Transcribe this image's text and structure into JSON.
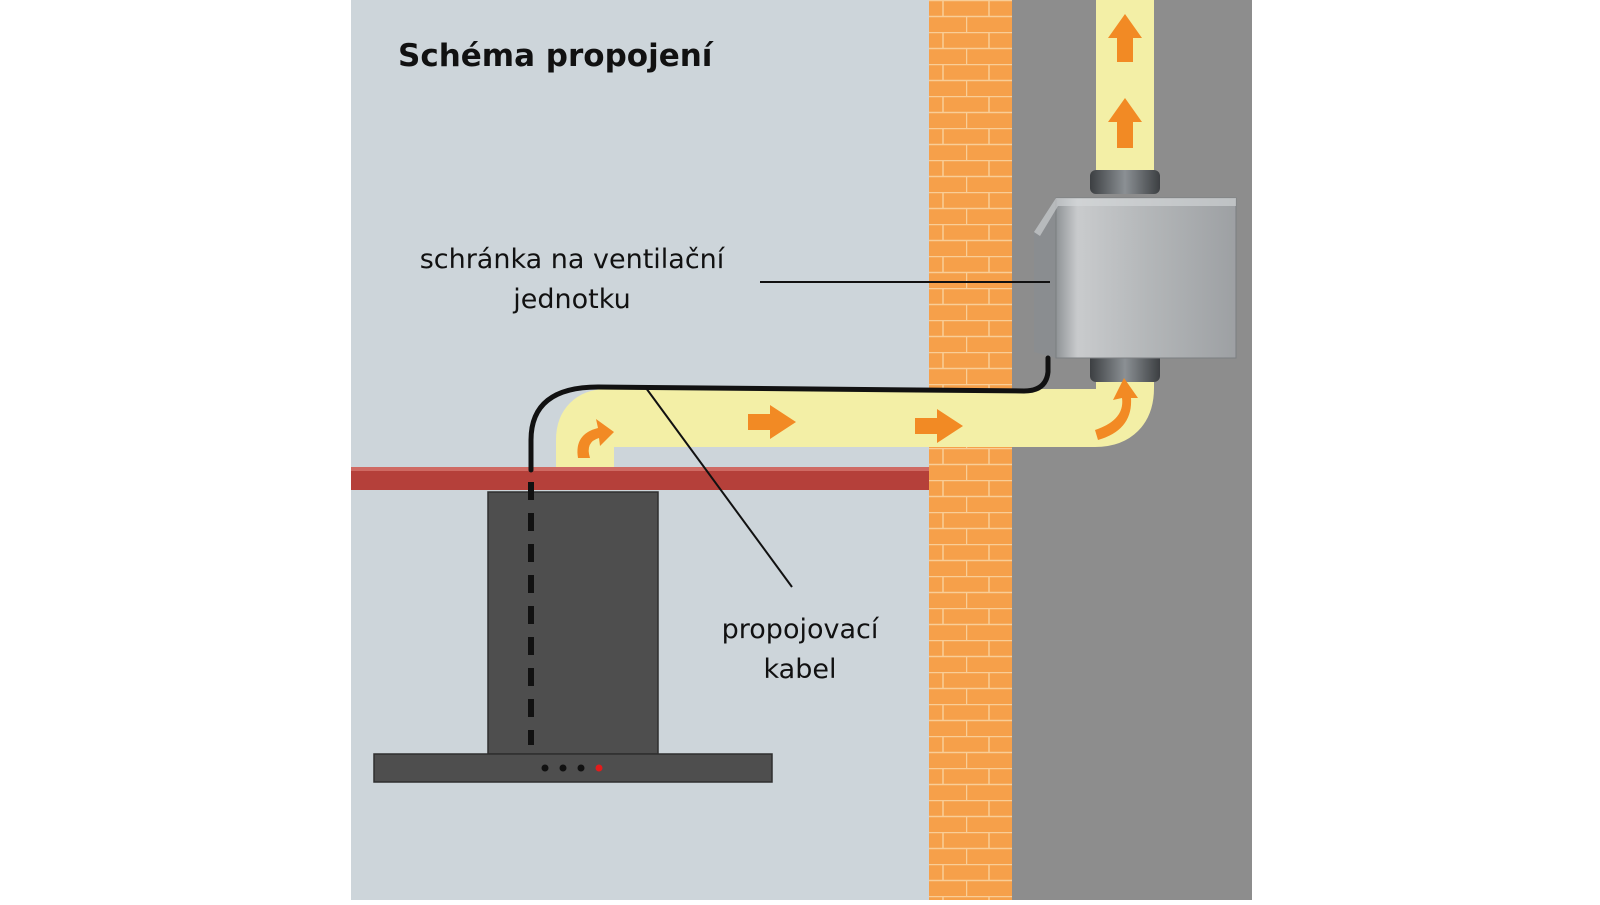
{
  "diagram": {
    "title": "Schéma propojení",
    "labels": {
      "ventilation_box": {
        "line1": "schránka na ventilační",
        "line2": "jednotku"
      },
      "cable": {
        "line1": "propojovací",
        "line2": "kabel"
      }
    },
    "colors": {
      "room_wall": "#cdd5da",
      "brick": "#f6a04a",
      "mortar": "#f9cd96",
      "outside": "#8d8d8d",
      "shelf": "#b5403a",
      "hood": "#4e4e4e",
      "duct": "#f3efa6",
      "arrow": "#f28a24",
      "metal_box": "#b3b6b8",
      "cable": "#111111"
    },
    "hood_indicators": [
      "off",
      "off",
      "off",
      "on"
    ]
  }
}
